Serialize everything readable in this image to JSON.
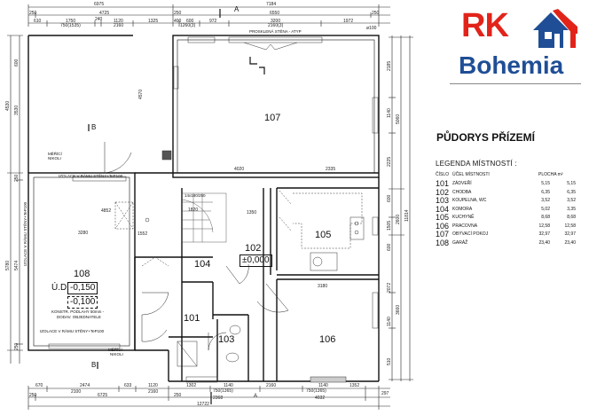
{
  "logo": {
    "line1": "RK",
    "line2": "Bohemia",
    "colors": {
      "red": "#e2231a",
      "blue": "#1f4e96"
    }
  },
  "title": "PŮDORYS PŘÍZEMÍ",
  "legend": {
    "heading": "LEGENDA MÍSTNOSTÍ :",
    "columns": {
      "num": "ČÍSLO",
      "name": "ÚČEL MÍSTNOSTI",
      "area": "PLOCHA m²"
    },
    "rooms": [
      {
        "num": "101",
        "name": "ZÁDVEŘÍ",
        "area1": "5,15",
        "area2": "5,15"
      },
      {
        "num": "102",
        "name": "CHODBA",
        "area1": "6,35",
        "area2": "6,35"
      },
      {
        "num": "103",
        "name": "KOUPELNA, WC",
        "area1": "3,52",
        "area2": "3,52"
      },
      {
        "num": "104",
        "name": "KOMORA",
        "area1": "5,02",
        "area2": "3,35"
      },
      {
        "num": "105",
        "name": "KUCHYNĚ",
        "area1": "8,68",
        "area2": "8,68"
      },
      {
        "num": "106",
        "name": "PRACOVNA",
        "area1": "12,58",
        "area2": "12,58"
      },
      {
        "num": "107",
        "name": "OBÝVACÍ POKOJ",
        "area1": "32,97",
        "area2": "32,97"
      },
      {
        "num": "108",
        "name": "GARÁŽ",
        "area1": "23,40",
        "area2": "23,40"
      }
    ]
  },
  "plan": {
    "rooms": {
      "r101": "101",
      "r102": "102",
      "r103": "103",
      "r104": "104",
      "r105": "105",
      "r106": "106",
      "r107": "107",
      "r108": "108"
    },
    "levels": {
      "od_label": "Ú.D.",
      "garage_level": "-0,150",
      "garage_sub": "-0,100",
      "hall_level": "±0,000"
    },
    "notes": {
      "garage_floor": "KONSTR. PODLAHY 50mm -",
      "garage_floor2": "DODAV. OBJEDNATELE",
      "insulation_top": "IZOLACE V RÁMU STĚNY+TeP100",
      "insulation_bottom": "IZOLACE V RÁMU STĚNY+TeP100",
      "insulation_left": "IZOLACE V RÁMU STĚNY+TeP100",
      "meter_top": "MĚŘÍCÍ",
      "meter_top2": "NIKOLI",
      "meter_bottom": "MĚŘÍCÍ",
      "meter_bottom2": "NIKOLI",
      "glazing": "PROSKLENÁ STĚNA - ATYP",
      "stair": "14x180/250",
      "section_a_top": "A",
      "section_a_bottom": "A",
      "section_b_top": "B",
      "section_b_bottom": "B"
    },
    "dims_top": {
      "total_left": "6975",
      "total_right": "7184",
      "mid_left_a": "250",
      "mid_left_b": "4725",
      "mid_right_a": "250",
      "mid_right_b": "6550",
      "mid_right_c": "250",
      "d1": "610",
      "d2": "1750",
      "d2b": "750(1535)",
      "d3": "240",
      "d4": "1120",
      "d4b": "2160",
      "d5": "1325",
      "d6": "400",
      "d7": "600",
      "d7b": "1260(3)",
      "d8": "972",
      "d9": "3200",
      "d9b": "2160(3)",
      "d10": "1972",
      "d11": "ø100"
    },
    "dims_bottom": {
      "b1": "670",
      "b2": "2474",
      "b2b": "2100",
      "b3": "633",
      "b4": "1120",
      "b4b": "2160",
      "b5": "1302",
      "b6": "1140",
      "b6b": "750(1365)",
      "b7": "2160",
      "b8": "1140",
      "b8b": "750(1365)",
      "b9": "1352",
      "c1": "250",
      "c2": "6725",
      "c3": "250",
      "c4": "2368",
      "c5": "4032",
      "total": "12722",
      "end": "297"
    },
    "dims_left": {
      "l1": "4530",
      "l2": "5780",
      "l3": "600",
      "l4": "3530",
      "l5": "5474",
      "l6": "250",
      "l7": "250"
    },
    "dims_right": {
      "r1": "2185",
      "r2": "1140",
      "r3": "2225",
      "r4": "600",
      "r5": "1505",
      "r6": "600",
      "r7": "2072",
      "r8": "1140",
      "r9": "510",
      "r10": "5060",
      "r11": "2600",
      "r12": "3660",
      "r13": "11814"
    },
    "dims_inner": {
      "i1": "4020",
      "i2": "2335",
      "i3": "4852",
      "i4": "3280",
      "i5": "1350",
      "i6": "1820",
      "i7": "3180",
      "i8": "4570",
      "i9": "1552"
    }
  }
}
